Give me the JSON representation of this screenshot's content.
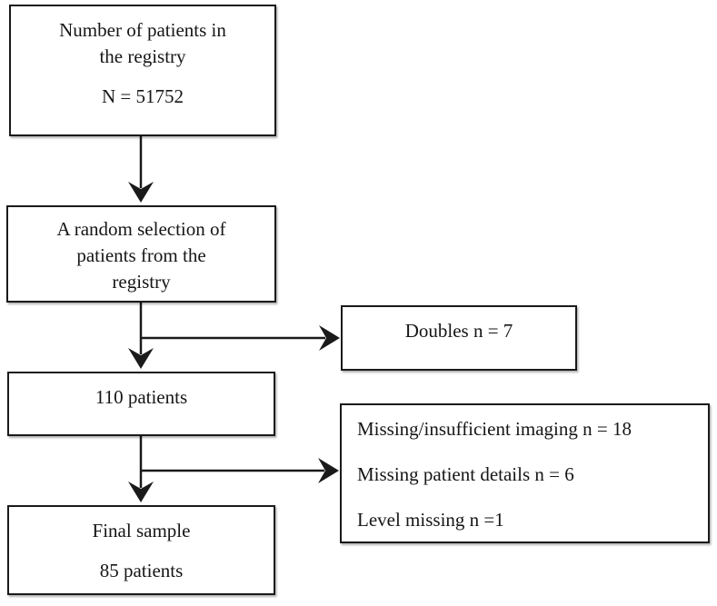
{
  "diagram": {
    "type": "flowchart",
    "colors": {
      "ink": "#1a1a1a",
      "box_fill": "#ffffff",
      "background": "#ffffff"
    },
    "boxes": {
      "registry": {
        "lines": [
          "Number of patients in",
          "the registry"
        ],
        "count": "N = 51752"
      },
      "random_selection": {
        "lines": [
          "A random selection of",
          "patients from the",
          "registry"
        ]
      },
      "patients_110": {
        "label": "110 patients"
      },
      "doubles": {
        "label": "Doubles n = 7"
      },
      "exclusions": {
        "lines": [
          "Missing/insufficient imaging n = 18",
          "Missing patient details n = 6",
          "Level missing n =1"
        ]
      },
      "final_sample": {
        "title": "Final sample",
        "count": "85 patients"
      }
    }
  }
}
